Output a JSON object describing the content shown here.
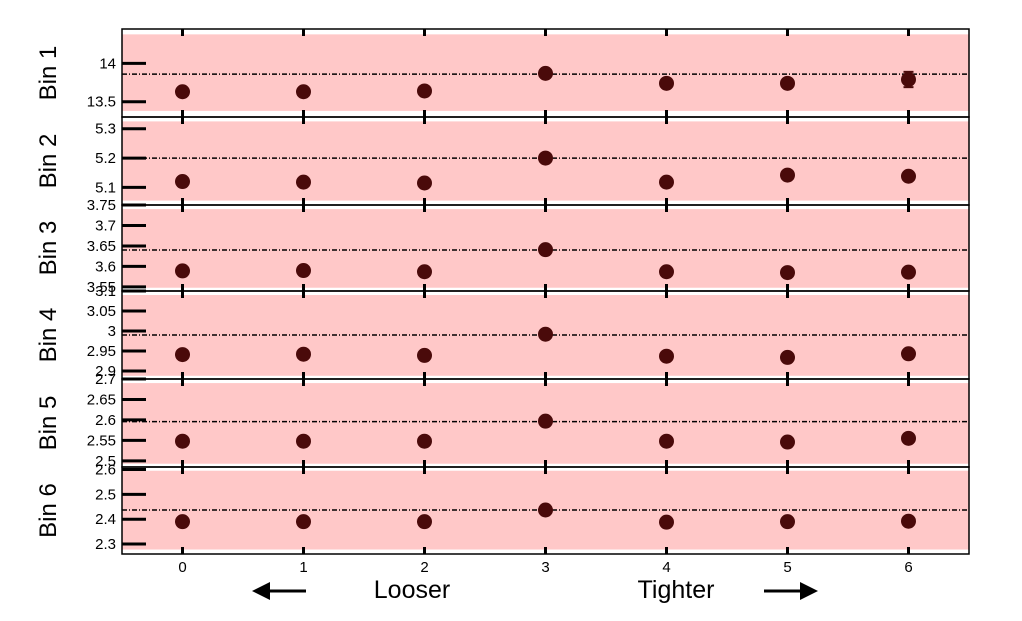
{
  "chart_data": {
    "type": "scatter",
    "x_ticks": [
      "0",
      "1",
      "2",
      "3",
      "4",
      "5",
      "6"
    ],
    "x_range": [
      -0.5,
      6.5
    ],
    "footer": {
      "left_label": "Looser",
      "right_label": "Tighter"
    },
    "colors": {
      "band": "#ffc8c8",
      "marker": "#4a0a0a",
      "reference_line": "#000000",
      "frame": "#000000"
    },
    "panels": [
      {
        "label": "Bin 1",
        "ylim": [
          13.3,
          14.45
        ],
        "y_ticks": [
          "13.5",
          "14"
        ],
        "reference": 13.86,
        "band": [
          13.38,
          14.38
        ],
        "points": [
          {
            "x": 0,
            "y": 13.63,
            "err": 0.02
          },
          {
            "x": 1,
            "y": 13.63,
            "err": 0.02
          },
          {
            "x": 2,
            "y": 13.64,
            "err": 0.02
          },
          {
            "x": 3,
            "y": 13.87,
            "err": 0.02
          },
          {
            "x": 4,
            "y": 13.74,
            "err": 0.02
          },
          {
            "x": 5,
            "y": 13.74,
            "err": 0.02
          },
          {
            "x": 6,
            "y": 13.79,
            "err": 0.1
          }
        ]
      },
      {
        "label": "Bin 2",
        "ylim": [
          5.04,
          5.34
        ],
        "y_ticks": [
          "5.1",
          "5.2",
          "5.3"
        ],
        "reference": 5.2,
        "band": [
          5.055,
          5.325
        ],
        "points": [
          {
            "x": 0,
            "y": 5.12,
            "err": 0.005
          },
          {
            "x": 1,
            "y": 5.118,
            "err": 0.005
          },
          {
            "x": 2,
            "y": 5.115,
            "err": 0.005
          },
          {
            "x": 3,
            "y": 5.2,
            "err": 0.005
          },
          {
            "x": 4,
            "y": 5.118,
            "err": 0.005
          },
          {
            "x": 5,
            "y": 5.142,
            "err": 0.005
          },
          {
            "x": 6,
            "y": 5.138,
            "err": 0.005
          }
        ]
      },
      {
        "label": "Bin 3",
        "ylim": [
          3.54,
          3.75
        ],
        "y_ticks": [
          "3.55",
          "3.6",
          "3.65",
          "3.7",
          "3.75"
        ],
        "reference": 3.64,
        "band": [
          3.548,
          3.74
        ],
        "points": [
          {
            "x": 0,
            "y": 3.589,
            "err": 0.004
          },
          {
            "x": 1,
            "y": 3.59,
            "err": 0.004
          },
          {
            "x": 2,
            "y": 3.587,
            "err": 0.004
          },
          {
            "x": 3,
            "y": 3.641,
            "err": 0.004
          },
          {
            "x": 4,
            "y": 3.587,
            "err": 0.004
          },
          {
            "x": 5,
            "y": 3.585,
            "err": 0.004
          },
          {
            "x": 6,
            "y": 3.586,
            "err": 0.004
          }
        ]
      },
      {
        "label": "Bin 4",
        "ylim": [
          2.88,
          3.1
        ],
        "y_ticks": [
          "2.9",
          "2.95",
          "3",
          "3.05",
          "3.1"
        ],
        "reference": 2.99,
        "band": [
          2.888,
          3.09
        ],
        "points": [
          {
            "x": 0,
            "y": 2.941,
            "err": 0.004
          },
          {
            "x": 1,
            "y": 2.942,
            "err": 0.004
          },
          {
            "x": 2,
            "y": 2.939,
            "err": 0.004
          },
          {
            "x": 3,
            "y": 2.992,
            "err": 0.004
          },
          {
            "x": 4,
            "y": 2.937,
            "err": 0.004
          },
          {
            "x": 5,
            "y": 2.934,
            "err": 0.004
          },
          {
            "x": 6,
            "y": 2.943,
            "err": 0.004
          }
        ]
      },
      {
        "label": "Bin 5",
        "ylim": [
          2.485,
          2.7
        ],
        "y_ticks": [
          "2.5",
          "2.55",
          "2.6",
          "2.65",
          "2.7"
        ],
        "reference": 2.596,
        "band": [
          2.493,
          2.69
        ],
        "points": [
          {
            "x": 0,
            "y": 2.548,
            "err": 0.004
          },
          {
            "x": 1,
            "y": 2.548,
            "err": 0.004
          },
          {
            "x": 2,
            "y": 2.548,
            "err": 0.004
          },
          {
            "x": 3,
            "y": 2.597,
            "err": 0.004
          },
          {
            "x": 4,
            "y": 2.548,
            "err": 0.004
          },
          {
            "x": 5,
            "y": 2.546,
            "err": 0.004
          },
          {
            "x": 6,
            "y": 2.555,
            "err": 0.004
          }
        ]
      },
      {
        "label": "Bin 6",
        "ylim": [
          2.26,
          2.61
        ],
        "y_ticks": [
          "2.3",
          "2.4",
          "2.5",
          "2.6"
        ],
        "reference": 2.437,
        "band": [
          2.278,
          2.595
        ],
        "points": [
          {
            "x": 0,
            "y": 2.39,
            "err": 0.005
          },
          {
            "x": 1,
            "y": 2.39,
            "err": 0.005
          },
          {
            "x": 2,
            "y": 2.39,
            "err": 0.005
          },
          {
            "x": 3,
            "y": 2.437,
            "err": 0.005
          },
          {
            "x": 4,
            "y": 2.388,
            "err": 0.005
          },
          {
            "x": 5,
            "y": 2.39,
            "err": 0.005
          },
          {
            "x": 6,
            "y": 2.392,
            "err": 0.005
          }
        ]
      }
    ]
  }
}
